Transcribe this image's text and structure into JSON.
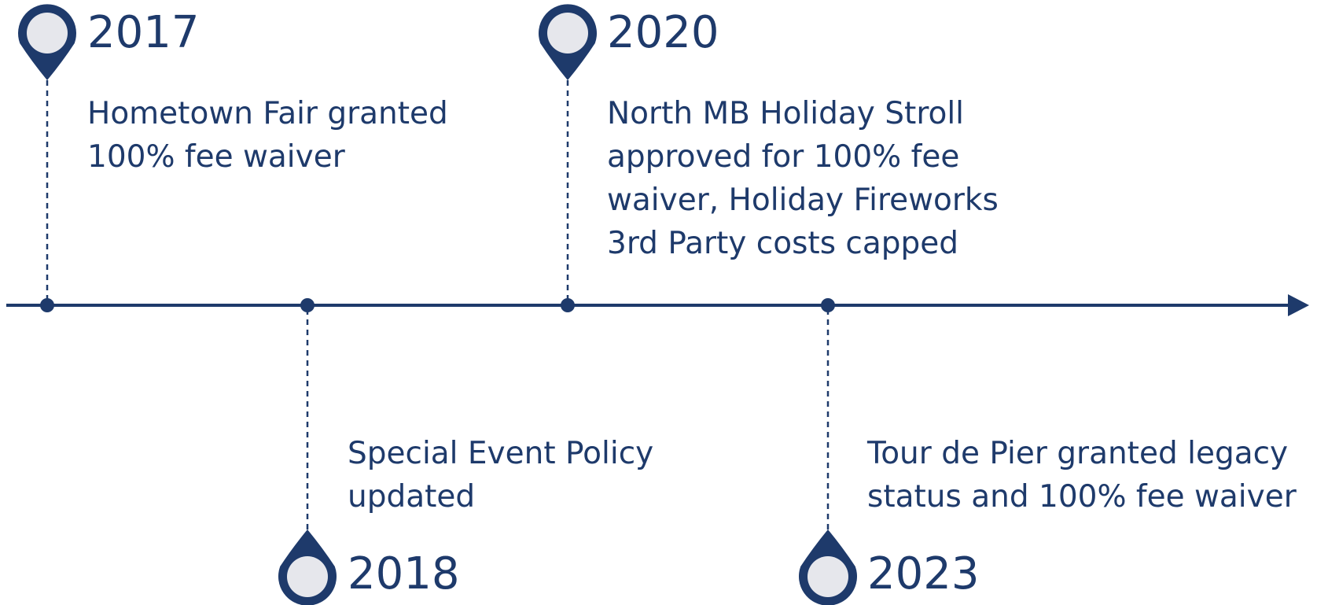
{
  "colors": {
    "primary": "#1e3a6b",
    "marker_fill": "#e6e7ec",
    "background": "#ffffff"
  },
  "events": [
    {
      "year": "2017",
      "description_lines": [
        "Hometown Fair granted",
        "100% fee waiver"
      ],
      "side": "above"
    },
    {
      "year": "2018",
      "description_lines": [
        "Special Event Policy",
        "updated"
      ],
      "side": "below"
    },
    {
      "year": "2020",
      "description_lines": [
        "North MB Holiday Stroll",
        "approved for 100% fee",
        "waiver, Holiday Fireworks",
        "3rd Party costs capped"
      ],
      "side": "above"
    },
    {
      "year": "2023",
      "description_lines": [
        "Tour de Pier granted legacy",
        "status and 100% fee waiver"
      ],
      "side": "below"
    }
  ]
}
